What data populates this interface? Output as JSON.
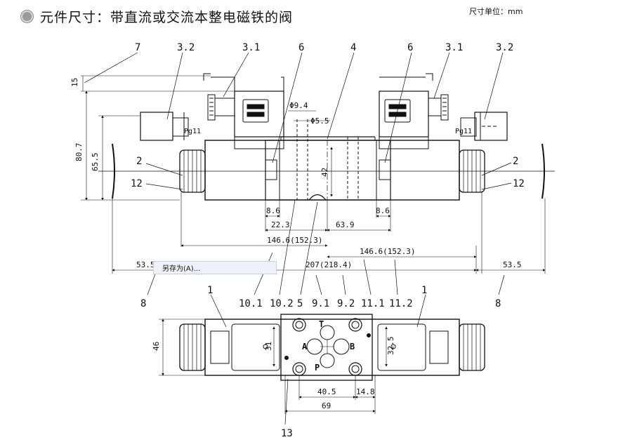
{
  "header": {
    "title": "元件尺寸：带直流或交流本整电磁铁的阀",
    "unit_label": "尺寸单位：mm"
  },
  "context_menu": {
    "save_as_label": "另存为(A)..."
  },
  "labels": {
    "top_7": "7",
    "top_3_2_left": "3.2",
    "top_3_1_left": "3.1",
    "top_6_left": "6",
    "top_4": "4",
    "top_6_right": "6",
    "top_3_1_right": "3.1",
    "top_3_2_right": "3.2",
    "side_2_left": "2",
    "side_12_left": "12",
    "side_2_right": "2",
    "side_12_right": "12",
    "bot_8_left": "8",
    "bot_10_1": "10.1",
    "bot_10_2": "10.2",
    "bot_5": "5",
    "bot_9_1": "9.1",
    "bot_9_2": "9.2",
    "bot_11_1": "11.1",
    "bot_11_2": "11.2",
    "bot_8_right": "8",
    "plan_1_left": "1",
    "plan_1_right": "1",
    "plan_13": "13",
    "port_T": "T",
    "port_A": "A",
    "port_B": "B",
    "port_P": "P",
    "pg11_left": "Pg11",
    "pg11_right": "Pg11"
  },
  "dimensions": {
    "d15": "15",
    "d80_7": "80.7",
    "d65_5": "65.5",
    "phi9_4": "Φ9.4",
    "phi5_5": "Φ5.5",
    "d42": "42",
    "d8_6_left": "8.6",
    "d8_6_right": "8.6",
    "d22_3": "22.3",
    "d63_9": "63.9",
    "d146_6_left": "146.6(152.3)",
    "d146_6_right": "146.6(152.3)",
    "d53_5_left": "53.5",
    "d207": "207(218.4)",
    "d53_5_right": "53.5",
    "d46": "46",
    "d31": "31",
    "d32_5": "32.5",
    "d40_5": "40.5",
    "d14_8": "14.8",
    "d69": "69"
  }
}
